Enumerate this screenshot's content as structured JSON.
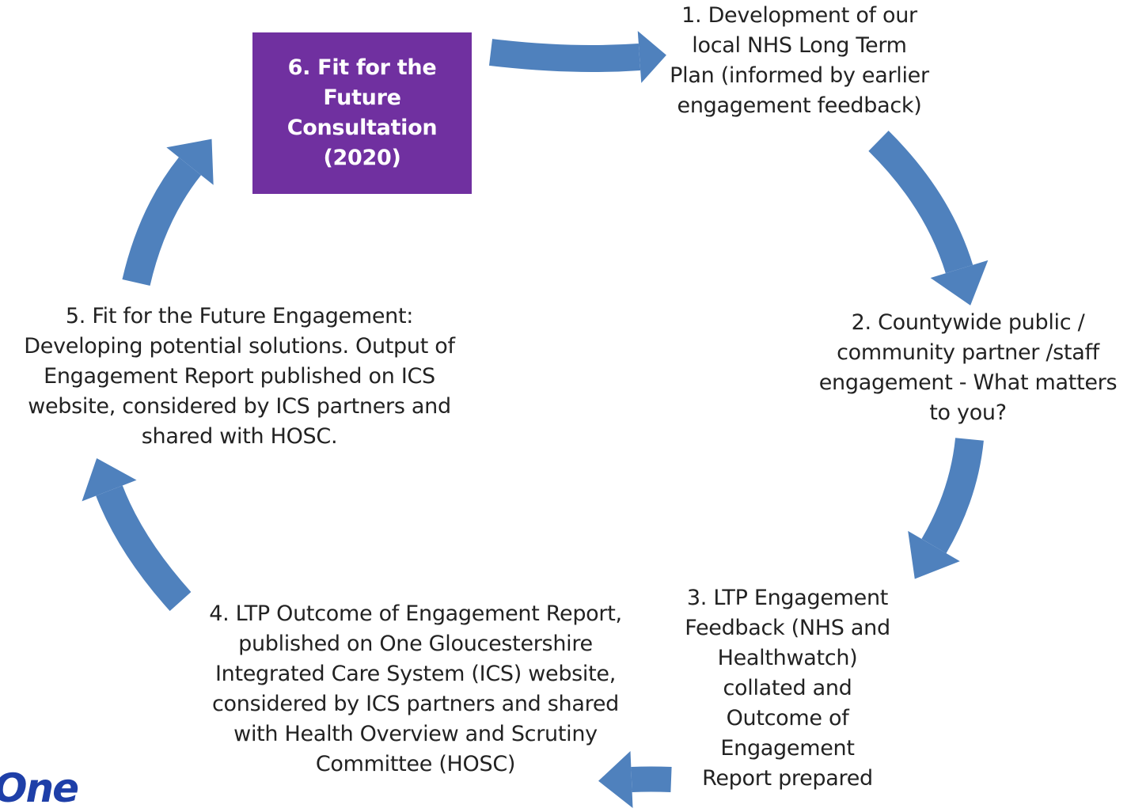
{
  "colors": {
    "arrow": "#4F81BD",
    "highlight_box": "#7030A0",
    "logo": "#1E3FA8"
  },
  "steps": [
    {
      "text": "1. Development of our\nlocal NHS Long Term\nPlan (informed by earlier\nengagement feedback)"
    },
    {
      "text": "2. Countywide public /\ncommunity partner /staff\nengagement - What matters\nto you?"
    },
    {
      "text": "3. LTP Engagement\nFeedback (NHS and\nHealthwatch)\ncollated and\nOutcome of\nEngagement\nReport prepared"
    },
    {
      "text": "4. LTP Outcome of Engagement Report,\npublished on One Gloucestershire\nIntegrated Care System (ICS) website,\nconsidered by ICS partners and shared\nwith Health Overview and Scrutiny\nCommittee (HOSC)"
    },
    {
      "text": "5. Fit for the Future Engagement:\nDeveloping potential solutions. Output of\nEngagement Report published on ICS\nwebsite, considered by ICS partners and\nshared with HOSC."
    }
  ],
  "highlight": {
    "text": "6. Fit for the\nFuture\nConsultation\n(2020)"
  },
  "logo": {
    "text": "One"
  }
}
